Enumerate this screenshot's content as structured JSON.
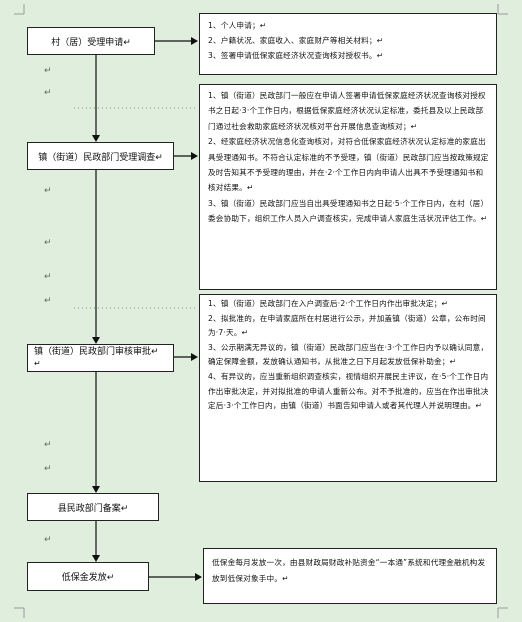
{
  "flow": {
    "step1": {
      "label": "村（居）受理申请↵",
      "details": [
        "1、个人申请；↵",
        "2、户籍状况、家庭收入、家庭财产等相关材料；↵",
        "3、签署申请低保家庭经济状况查询核对授权书。↵"
      ]
    },
    "step2": {
      "label": "镇（街道）民政部门受理调查↵",
      "details": [
        "1、镇（街道）民政部门一般应在申请人签署申请低保家庭经济状况查询核对授权书之日起·3·个工作日内，根据低保家庭经济状况认定标准，委托县及以上民政部门通过社会救助家庭经济状况核对平台开展信息查询核对；↵",
        "2、经家庭经济状况信息化查询核对，对符合低保家庭经济状况认定标准的家庭出具受理通知书。不符合认定标准的不予受理，镇（街道）民政部门应当按政策规定及时告知其不予受理的理由，并在·2·个工作日内向申请人出具不予受理通知书和核对结果。↵",
        "3、镇（街道）民政部门应当自出具受理通知书之日起·5·个工作日内，在村（居）委会协助下，组织工作人员入户调查核实，完成申请人家庭生活状况评估工作。↵"
      ]
    },
    "step3": {
      "label": "镇（街道）民政部门审核审批↵",
      "label_suffix": "↵",
      "details": [
        "1、镇（街道）民政部门在入户调查后·2·个工作日内作出审批决定；↵",
        "2、拟批准的，在申请家庭所在村居进行公示，并加盖镇（街道）公章，公布时间为·7·天。↵",
        "3、公示期满无异议的，镇（街道）民政部门应当在·3·个工作日内予以确认同意，确定保障金额，发放确认通知书，从批准之日下月起发放低保补助金；↵",
        "4、有异议的，应当重新组织调查核实，视情组织开展民主评议，在·5·个工作日内作出审批决定，并对拟批准的申请人重新公布。对不予批准的，应当在作出审批决定后·3·个工作日内，由镇（街道）书面告知申请人或者其代理人并说明理由。↵"
      ]
    },
    "step4": {
      "label": "县民政部门备案↵"
    },
    "step5": {
      "label": "低保金发放↵",
      "details": [
        "低保金每月发放一次，由县财政局财政补贴资金“一本通”系统和代理金融机构发放到低保对象手中。↵"
      ]
    },
    "margin_marks": [
      "↵",
      "↵",
      "↵",
      "↵",
      "↵",
      "↵",
      "↵",
      "↵",
      "↵"
    ]
  }
}
